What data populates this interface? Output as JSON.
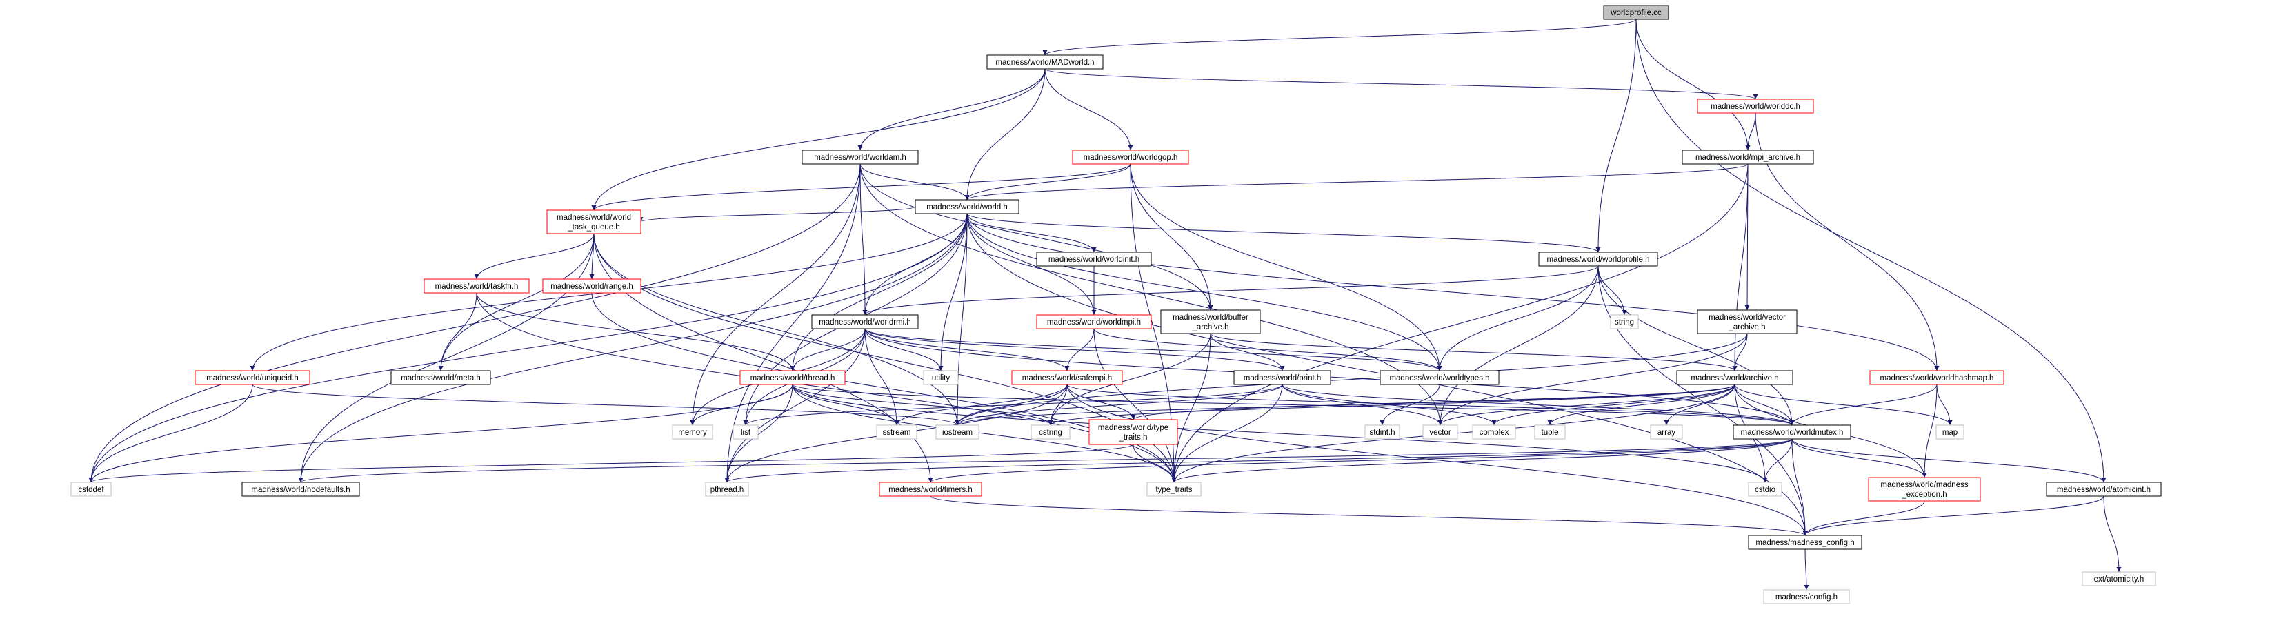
{
  "nodes": [
    {
      "id": "worldprofile_cc",
      "label": "worldprofile.cc",
      "style": "root"
    },
    {
      "id": "MADworld_h",
      "label": "madness/world/MADworld.h",
      "style": "black"
    },
    {
      "id": "worlddc_h",
      "label": "madness/world/worlddc.h",
      "style": "red"
    },
    {
      "id": "worldam_h",
      "label": "madness/world/worldam.h",
      "style": "black"
    },
    {
      "id": "worldgop_h",
      "label": "madness/world/worldgop.h",
      "style": "red"
    },
    {
      "id": "mpi_archive_h",
      "label": "madness/world/mpi_archive.h",
      "style": "black"
    },
    {
      "id": "world_h",
      "label": "madness/world/world.h",
      "style": "black"
    },
    {
      "id": "world_task_queue_h",
      "label": [
        "madness/world/world",
        "_task_queue.h"
      ],
      "style": "red"
    },
    {
      "id": "worldinit_h",
      "label": "madness/world/worldinit.h",
      "style": "black"
    },
    {
      "id": "worldprofile_h",
      "label": "madness/world/worldprofile.h",
      "style": "black"
    },
    {
      "id": "taskfn_h",
      "label": "madness/world/taskfn.h",
      "style": "red"
    },
    {
      "id": "range_h",
      "label": "madness/world/range.h",
      "style": "red"
    },
    {
      "id": "worldrmi_h",
      "label": "madness/world/worldrmi.h",
      "style": "black"
    },
    {
      "id": "worldmpi_h",
      "label": "madness/world/worldmpi.h",
      "style": "red"
    },
    {
      "id": "buffer_archive_h",
      "label": [
        "madness/world/buffer",
        "_archive.h"
      ],
      "style": "black"
    },
    {
      "id": "string",
      "label": "string",
      "style": "gray"
    },
    {
      "id": "vector_archive_h",
      "label": [
        "madness/world/vector",
        "_archive.h"
      ],
      "style": "black"
    },
    {
      "id": "uniqueid_h",
      "label": "madness/world/uniqueid.h",
      "style": "red"
    },
    {
      "id": "meta_h",
      "label": "madness/world/meta.h",
      "style": "black"
    },
    {
      "id": "thread_h",
      "label": "madness/world/thread.h",
      "style": "red"
    },
    {
      "id": "utility",
      "label": "utility",
      "style": "gray"
    },
    {
      "id": "safempi_h",
      "label": "madness/world/safempi.h",
      "style": "red"
    },
    {
      "id": "print_h",
      "label": "madness/world/print.h",
      "style": "black"
    },
    {
      "id": "worldtypes_h",
      "label": "madness/world/worldtypes.h",
      "style": "black"
    },
    {
      "id": "archive_h",
      "label": "madness/world/archive.h",
      "style": "black"
    },
    {
      "id": "worldhashmap_h",
      "label": "madness/world/worldhashmap.h",
      "style": "red"
    },
    {
      "id": "memory",
      "label": "memory",
      "style": "gray"
    },
    {
      "id": "list",
      "label": "list",
      "style": "gray"
    },
    {
      "id": "sstream",
      "label": "sstream",
      "style": "gray"
    },
    {
      "id": "iostream",
      "label": "iostream",
      "style": "gray"
    },
    {
      "id": "cstring",
      "label": "cstring",
      "style": "gray"
    },
    {
      "id": "type_traits_h",
      "label": [
        "madness/world/type",
        "_traits.h"
      ],
      "style": "red"
    },
    {
      "id": "stdint_h",
      "label": "stdint.h",
      "style": "gray"
    },
    {
      "id": "vector",
      "label": "vector",
      "style": "gray"
    },
    {
      "id": "complex",
      "label": "complex",
      "style": "gray"
    },
    {
      "id": "tuple",
      "label": "tuple",
      "style": "gray"
    },
    {
      "id": "array",
      "label": "array",
      "style": "gray"
    },
    {
      "id": "worldmutex_h",
      "label": "madness/world/worldmutex.h",
      "style": "black"
    },
    {
      "id": "map",
      "label": "map",
      "style": "gray"
    },
    {
      "id": "cstddef",
      "label": "cstddef",
      "style": "gray"
    },
    {
      "id": "nodefaults_h",
      "label": "madness/world/nodefaults.h",
      "style": "black"
    },
    {
      "id": "pthread_h",
      "label": "pthread.h",
      "style": "gray"
    },
    {
      "id": "timers_h",
      "label": "madness/world/timers.h",
      "style": "red"
    },
    {
      "id": "type_traits",
      "label": "type_traits",
      "style": "gray"
    },
    {
      "id": "cstdio",
      "label": "cstdio",
      "style": "gray"
    },
    {
      "id": "madness_exception_h",
      "label": [
        "madness/world/madness",
        "_exception.h"
      ],
      "style": "red"
    },
    {
      "id": "atomicint_h",
      "label": "madness/world/atomicint.h",
      "style": "black"
    },
    {
      "id": "madness_config_h",
      "label": "madness/madness_config.h",
      "style": "black"
    },
    {
      "id": "atomicity_h",
      "label": "ext/atomicity.h",
      "style": "gray"
    },
    {
      "id": "config_h",
      "label": "madness/config.h",
      "style": "gray"
    }
  ],
  "edges": [
    [
      "worldprofile_cc",
      "MADworld_h"
    ],
    [
      "worldprofile_cc",
      "worldprofile_h"
    ],
    [
      "worldprofile_cc",
      "mpi_archive_h"
    ],
    [
      "worldprofile_cc",
      "atomicint_h"
    ],
    [
      "MADworld_h",
      "worldam_h"
    ],
    [
      "MADworld_h",
      "worldgop_h"
    ],
    [
      "MADworld_h",
      "worlddc_h"
    ],
    [
      "MADworld_h",
      "world_h"
    ],
    [
      "MADworld_h",
      "world_task_queue_h"
    ],
    [
      "worlddc_h",
      "mpi_archive_h"
    ],
    [
      "worlddc_h",
      "worldhashmap_h"
    ],
    [
      "worldam_h",
      "world_h"
    ],
    [
      "worldam_h",
      "worldrmi_h"
    ],
    [
      "worldam_h",
      "buffer_archive_h"
    ],
    [
      "worldam_h",
      "cstddef"
    ],
    [
      "worldam_h",
      "memory"
    ],
    [
      "worldam_h",
      "pthread_h"
    ],
    [
      "worldam_h",
      "vector"
    ],
    [
      "worldgop_h",
      "world_h"
    ],
    [
      "worldgop_h",
      "buffer_archive_h"
    ],
    [
      "worldgop_h",
      "worldtypes_h"
    ],
    [
      "worldgop_h",
      "type_traits"
    ],
    [
      "worldgop_h",
      "world_task_queue_h"
    ],
    [
      "mpi_archive_h",
      "world_h"
    ],
    [
      "mpi_archive_h",
      "vector_archive_h"
    ],
    [
      "mpi_archive_h",
      "archive_h"
    ],
    [
      "mpi_archive_h",
      "type_traits"
    ],
    [
      "world_h",
      "world_task_queue_h"
    ],
    [
      "world_h",
      "worldinit_h"
    ],
    [
      "world_h",
      "worldprofile_h"
    ],
    [
      "world_h",
      "worldrmi_h"
    ],
    [
      "world_h",
      "worldmpi_h"
    ],
    [
      "world_h",
      "uniqueid_h"
    ],
    [
      "world_h",
      "thread_h"
    ],
    [
      "world_h",
      "utility"
    ],
    [
      "world_h",
      "list"
    ],
    [
      "world_h",
      "iostream"
    ],
    [
      "world_h",
      "cstddef"
    ],
    [
      "world_h",
      "nodefaults_h"
    ],
    [
      "world_h",
      "madness_config_h"
    ],
    [
      "world_h",
      "worldhashmap_h"
    ],
    [
      "world_h",
      "worldtypes_h"
    ],
    [
      "world_task_queue_h",
      "taskfn_h"
    ],
    [
      "world_task_queue_h",
      "range_h"
    ],
    [
      "world_task_queue_h",
      "meta_h"
    ],
    [
      "world_task_queue_h",
      "nodefaults_h"
    ],
    [
      "world_task_queue_h",
      "iostream"
    ],
    [
      "world_task_queue_h",
      "type_traits"
    ],
    [
      "world_task_queue_h",
      "timers_h"
    ],
    [
      "worldinit_h",
      "worldmpi_h"
    ],
    [
      "worldprofile_h",
      "worldrmi_h"
    ],
    [
      "worldprofile_h",
      "string"
    ],
    [
      "worldprofile_h",
      "vector"
    ],
    [
      "worldprofile_h",
      "worldtypes_h"
    ],
    [
      "worldprofile_h",
      "worldmutex_h"
    ],
    [
      "worldprofile_h",
      "madness_config_h"
    ],
    [
      "taskfn_h",
      "meta_h"
    ],
    [
      "taskfn_h",
      "thread_h"
    ],
    [
      "taskfn_h",
      "type_traits"
    ],
    [
      "range_h",
      "type_traits"
    ],
    [
      "worldrmi_h",
      "thread_h"
    ],
    [
      "worldrmi_h",
      "safempi_h"
    ],
    [
      "worldrmi_h",
      "worldtypes_h"
    ],
    [
      "worldrmi_h",
      "sstream"
    ],
    [
      "worldrmi_h",
      "utility"
    ],
    [
      "worldrmi_h",
      "list"
    ],
    [
      "worldrmi_h",
      "memory"
    ],
    [
      "worldrmi_h",
      "print_h"
    ],
    [
      "worldrmi_h",
      "pthread_h"
    ],
    [
      "worldrmi_h",
      "worldmutex_h"
    ],
    [
      "worldmpi_h",
      "safempi_h"
    ],
    [
      "worldmpi_h",
      "type_traits"
    ],
    [
      "worldmpi_h",
      "worldtypes_h"
    ],
    [
      "buffer_archive_h",
      "archive_h"
    ],
    [
      "buffer_archive_h",
      "print_h"
    ],
    [
      "buffer_archive_h",
      "type_traits"
    ],
    [
      "buffer_archive_h",
      "cstring"
    ],
    [
      "vector_archive_h",
      "archive_h"
    ],
    [
      "vector_archive_h",
      "vector"
    ],
    [
      "vector_archive_h",
      "iostream"
    ],
    [
      "uniqueid_h",
      "cstddef"
    ],
    [
      "uniqueid_h",
      "iostream"
    ],
    [
      "thread_h",
      "sstream"
    ],
    [
      "thread_h",
      "pthread_h"
    ],
    [
      "thread_h",
      "cstddef"
    ],
    [
      "thread_h",
      "worldmutex_h"
    ],
    [
      "thread_h",
      "type_traits"
    ],
    [
      "thread_h",
      "cstring"
    ],
    [
      "thread_h",
      "memory"
    ],
    [
      "thread_h",
      "cstdio"
    ],
    [
      "safempi_h",
      "type_traits_h"
    ],
    [
      "safempi_h",
      "iostream"
    ],
    [
      "safempi_h",
      "cstring"
    ],
    [
      "safempi_h",
      "sstream"
    ],
    [
      "safempi_h",
      "worldmutex_h"
    ],
    [
      "safempi_h",
      "madness_config_h"
    ],
    [
      "safempi_h",
      "pthread_h"
    ],
    [
      "print_h",
      "iostream"
    ],
    [
      "print_h",
      "complex"
    ],
    [
      "print_h",
      "vector"
    ],
    [
      "print_h",
      "type_traits"
    ],
    [
      "print_h",
      "list"
    ],
    [
      "print_h",
      "worldmutex_h"
    ],
    [
      "worldtypes_h",
      "stdint_h"
    ],
    [
      "archive_h",
      "type_traits_h"
    ],
    [
      "archive_h",
      "iostream"
    ],
    [
      "archive_h",
      "complex"
    ],
    [
      "archive_h",
      "vector"
    ],
    [
      "archive_h",
      "tuple"
    ],
    [
      "archive_h",
      "array"
    ],
    [
      "archive_h",
      "map"
    ],
    [
      "archive_h",
      "cstring"
    ],
    [
      "archive_h",
      "type_traits"
    ],
    [
      "archive_h",
      "cstdio"
    ],
    [
      "archive_h",
      "madness_exception_h"
    ],
    [
      "archive_h",
      "worldmutex_h"
    ],
    [
      "worldhashmap_h",
      "worldmutex_h"
    ],
    [
      "worldhashmap_h",
      "madness_exception_h"
    ],
    [
      "worldhashmap_h",
      "map"
    ],
    [
      "type_traits_h",
      "type_traits"
    ],
    [
      "type_traits_h",
      "cstddef"
    ],
    [
      "worldmutex_h",
      "madness_exception_h"
    ],
    [
      "worldmutex_h",
      "atomicint_h"
    ],
    [
      "worldmutex_h",
      "madness_config_h"
    ],
    [
      "worldmutex_h",
      "cstdio"
    ],
    [
      "worldmutex_h",
      "nodefaults_h"
    ],
    [
      "worldmutex_h",
      "timers_h"
    ],
    [
      "worldmutex_h",
      "pthread_h"
    ],
    [
      "worldmutex_h",
      "type_traits"
    ],
    [
      "timers_h",
      "madness_config_h"
    ],
    [
      "madness_exception_h",
      "madness_config_h"
    ],
    [
      "atomicint_h",
      "madness_config_h"
    ],
    [
      "atomicint_h",
      "atomicity_h"
    ],
    [
      "madness_config_h",
      "config_h"
    ]
  ]
}
